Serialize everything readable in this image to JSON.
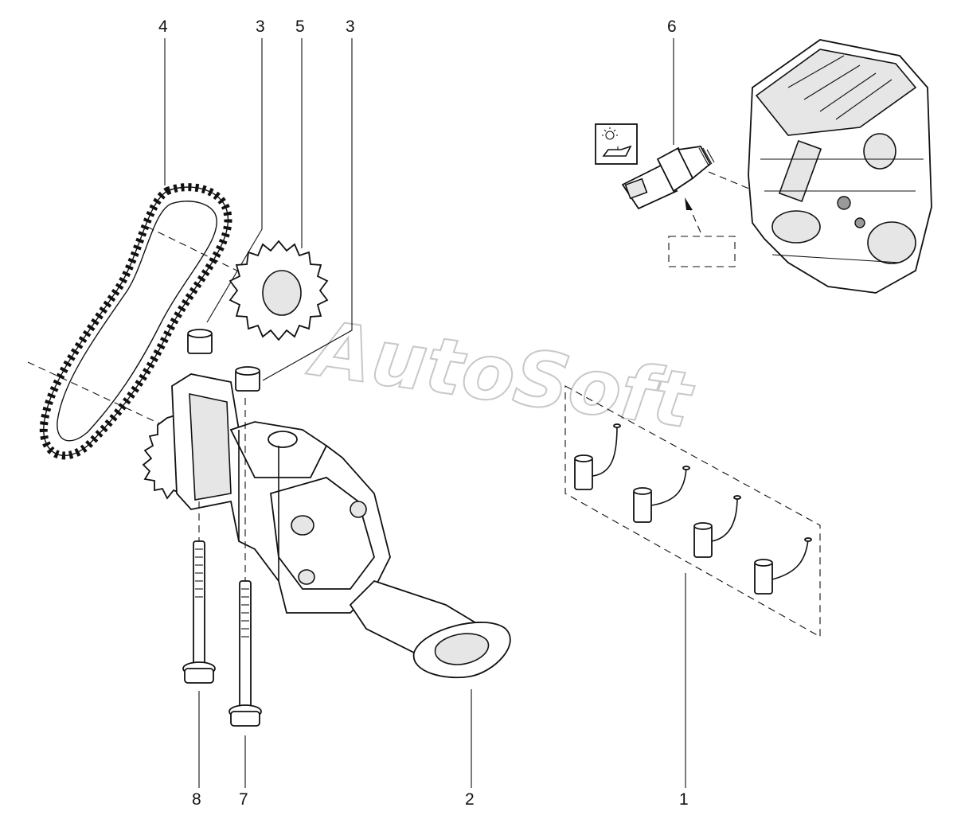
{
  "watermark": "AutoSoft",
  "callouts": {
    "c1": "1",
    "c2": "2",
    "c3a": "3",
    "c3b": "3",
    "c4": "4",
    "c5": "5",
    "c6": "6",
    "c7": "7",
    "c8": "8"
  },
  "icons": {
    "warning_lamp": "oil-pressure-warning-lamp-icon",
    "engine": "engine-overview-icon"
  },
  "colors": {
    "ink": "#111111",
    "watermark_outline": "#c8c8c8",
    "background": "#ffffff"
  }
}
